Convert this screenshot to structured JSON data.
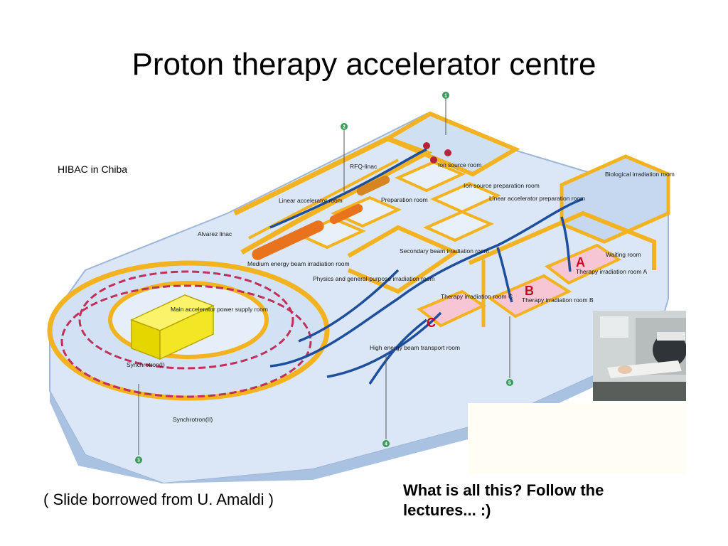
{
  "slide": {
    "title": "Proton therapy accelerator centre",
    "subtitle": "HIBAC in Chiba",
    "credit": "( Slide borrowed from U. Amaldi )",
    "question": "What is all this?  Follow the lectures... :)"
  },
  "diagram": {
    "labels": {
      "rfq_linac": "RFQ-linac",
      "ion_source_room": "Ion source room",
      "ion_source_prep": "Ion source preparation room",
      "linac_room": "Linear accelerator room",
      "prep_room": "Preparation room",
      "linac_prep": "Linear accelerator preparation room",
      "bio_room": "Biological irradiation room",
      "alvarez": "Alvarez linac",
      "secondary": "Secondary beam irradiation room",
      "waiting": "Waiting room",
      "medium": "Medium energy beam irradiation room",
      "physics": "Physics and general-purpose irradiation room",
      "therapy_a": "Therapy irradiation room A",
      "therapy_b": "Therapy irradiation room B",
      "therapy_c": "Therapy irradiation room C",
      "main_psu": "Main accelerator power supply room",
      "high_energy": "High energy beam transport room",
      "synchrotron_1": "Synchrotron(I)",
      "synchrotron_2": "Synchrotron(II)"
    },
    "room_letters": {
      "a": "A",
      "b": "B",
      "c": "C"
    },
    "markers": [
      "1",
      "2",
      "3",
      "4",
      "5"
    ],
    "colors": {
      "floor": "#dbe7f6",
      "wall_top": "#f3b21f",
      "wall_side": "#aac2e2",
      "beamline": "#1d4f9c",
      "magnet": "#c03058",
      "psu_block": "#f2e625",
      "room_letter": "#cc0022",
      "therapy_floor": "#f7c6d5"
    }
  }
}
